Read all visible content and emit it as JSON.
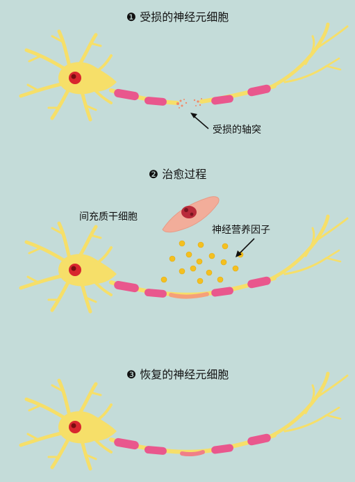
{
  "stages": [
    {
      "num": "❶",
      "title": "受损的神经元细胞"
    },
    {
      "num": "❷",
      "title": "治愈过程"
    },
    {
      "num": "❸",
      "title": "恢复的神经元细胞"
    }
  ],
  "labels": {
    "damaged_axon": "受损的轴突",
    "msc": "间充质干细胞",
    "ntf": "神经营养因子"
  },
  "colors": {
    "background": "#c4dcd9",
    "neuron": "#f6df69",
    "nucleus": "#d8262e",
    "myelin": "#e9578d",
    "repair": "#f5a07a",
    "factor": "#f4c020",
    "stem_cell": "#f2ad9a"
  }
}
